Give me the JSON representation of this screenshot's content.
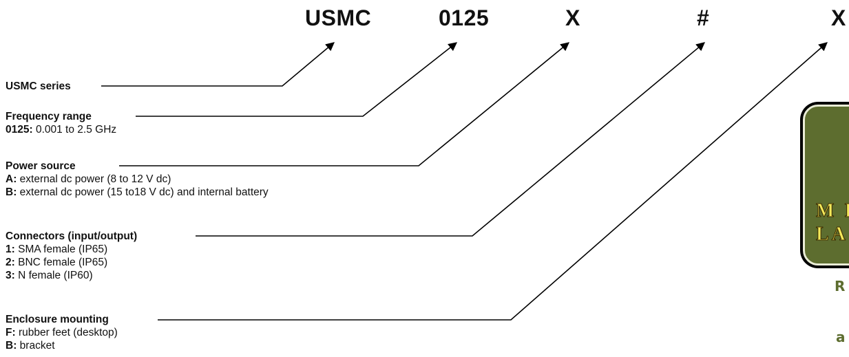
{
  "codes": [
    "USMC",
    "0125",
    "X",
    "#",
    "X"
  ],
  "sections": [
    {
      "title": "USMC series",
      "options": []
    },
    {
      "title": "Frequency range",
      "options": [
        {
          "key": "0125:",
          "text": " 0.001 to 2.5 GHz"
        }
      ]
    },
    {
      "title": "Power source",
      "options": [
        {
          "key": "A:",
          "text": " external dc power (8 to 12 V dc)"
        },
        {
          "key": "B:",
          "text": " external dc power (15 to18 V dc) and internal battery"
        }
      ]
    },
    {
      "title": "Connectors (input/output)",
      "options": [
        {
          "key": "1:",
          "text": " SMA female (IP65)"
        },
        {
          "key": "2:",
          "text": " BNC female (IP65)"
        },
        {
          "key": "3:",
          "text": " N female (IP60)"
        }
      ]
    },
    {
      "title": "Enclosure mounting",
      "options": [
        {
          "key": "F:",
          "text": " rubber feet (desktop)"
        },
        {
          "key": "B:",
          "text": " bracket"
        }
      ]
    }
  ],
  "logo": {
    "line1": "M I",
    "line2": "LA",
    "caption1": "R",
    "caption2": "a"
  },
  "colors": {
    "line": "#000000",
    "logo_bg": "#5d6d2f",
    "logo_text": "#f3e85a"
  }
}
